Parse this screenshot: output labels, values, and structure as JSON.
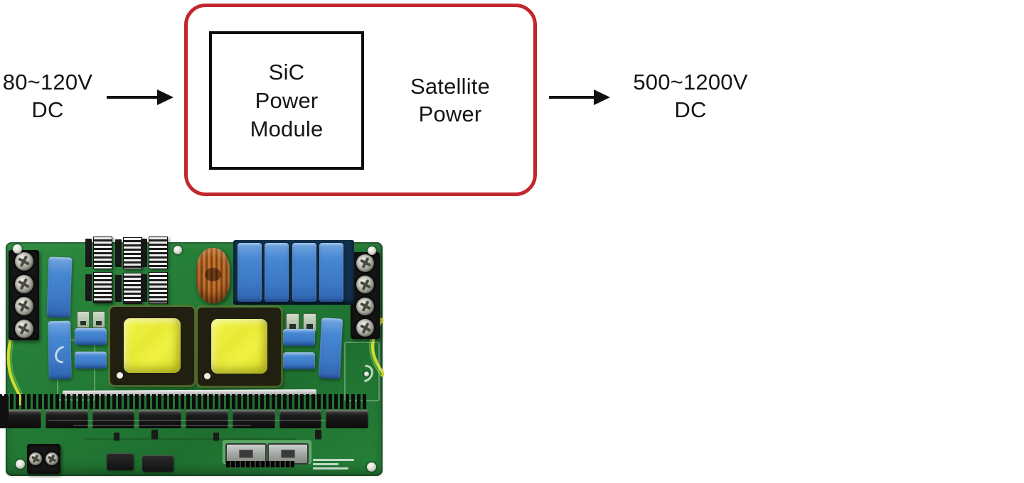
{
  "figure": {
    "input": {
      "line1": "80~120V",
      "line2": "DC"
    },
    "converter": {
      "module": {
        "line1": "SiC",
        "line2": "Power",
        "line3": "Module"
      },
      "system": {
        "line1": "Satellite",
        "line2": "Power"
      }
    },
    "output": {
      "line1": "500~1200V",
      "line2": "DC"
    }
  },
  "colors": {
    "highlight_red": "#c1272d",
    "box_border": "#0b0b0b",
    "text": "#151515",
    "pcb_green": "#247c36",
    "capacitor_blue": "#3d7ec9",
    "transformer_yellow": "#e9eb38",
    "inductor_copper": "#bf6f2d",
    "heatsink_silver": "#ececec"
  },
  "pcb_photo": {
    "alt": "Green SiC power converter prototype PCB with two yellow-taped transformers, blue film capacitors, copper toroid inductor, silver heatsinks, screw terminal blocks and gray connectors"
  }
}
